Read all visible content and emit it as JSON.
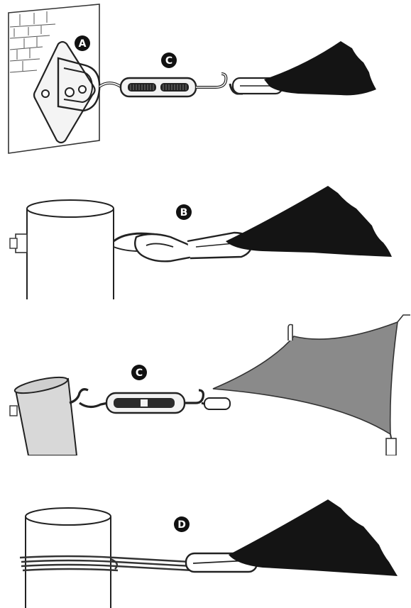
{
  "panels": [
    {
      "label": "A"
    },
    {
      "label": "B"
    },
    {
      "label": "C"
    },
    {
      "label": "D"
    }
  ],
  "turnbuckle_label": "C"
}
